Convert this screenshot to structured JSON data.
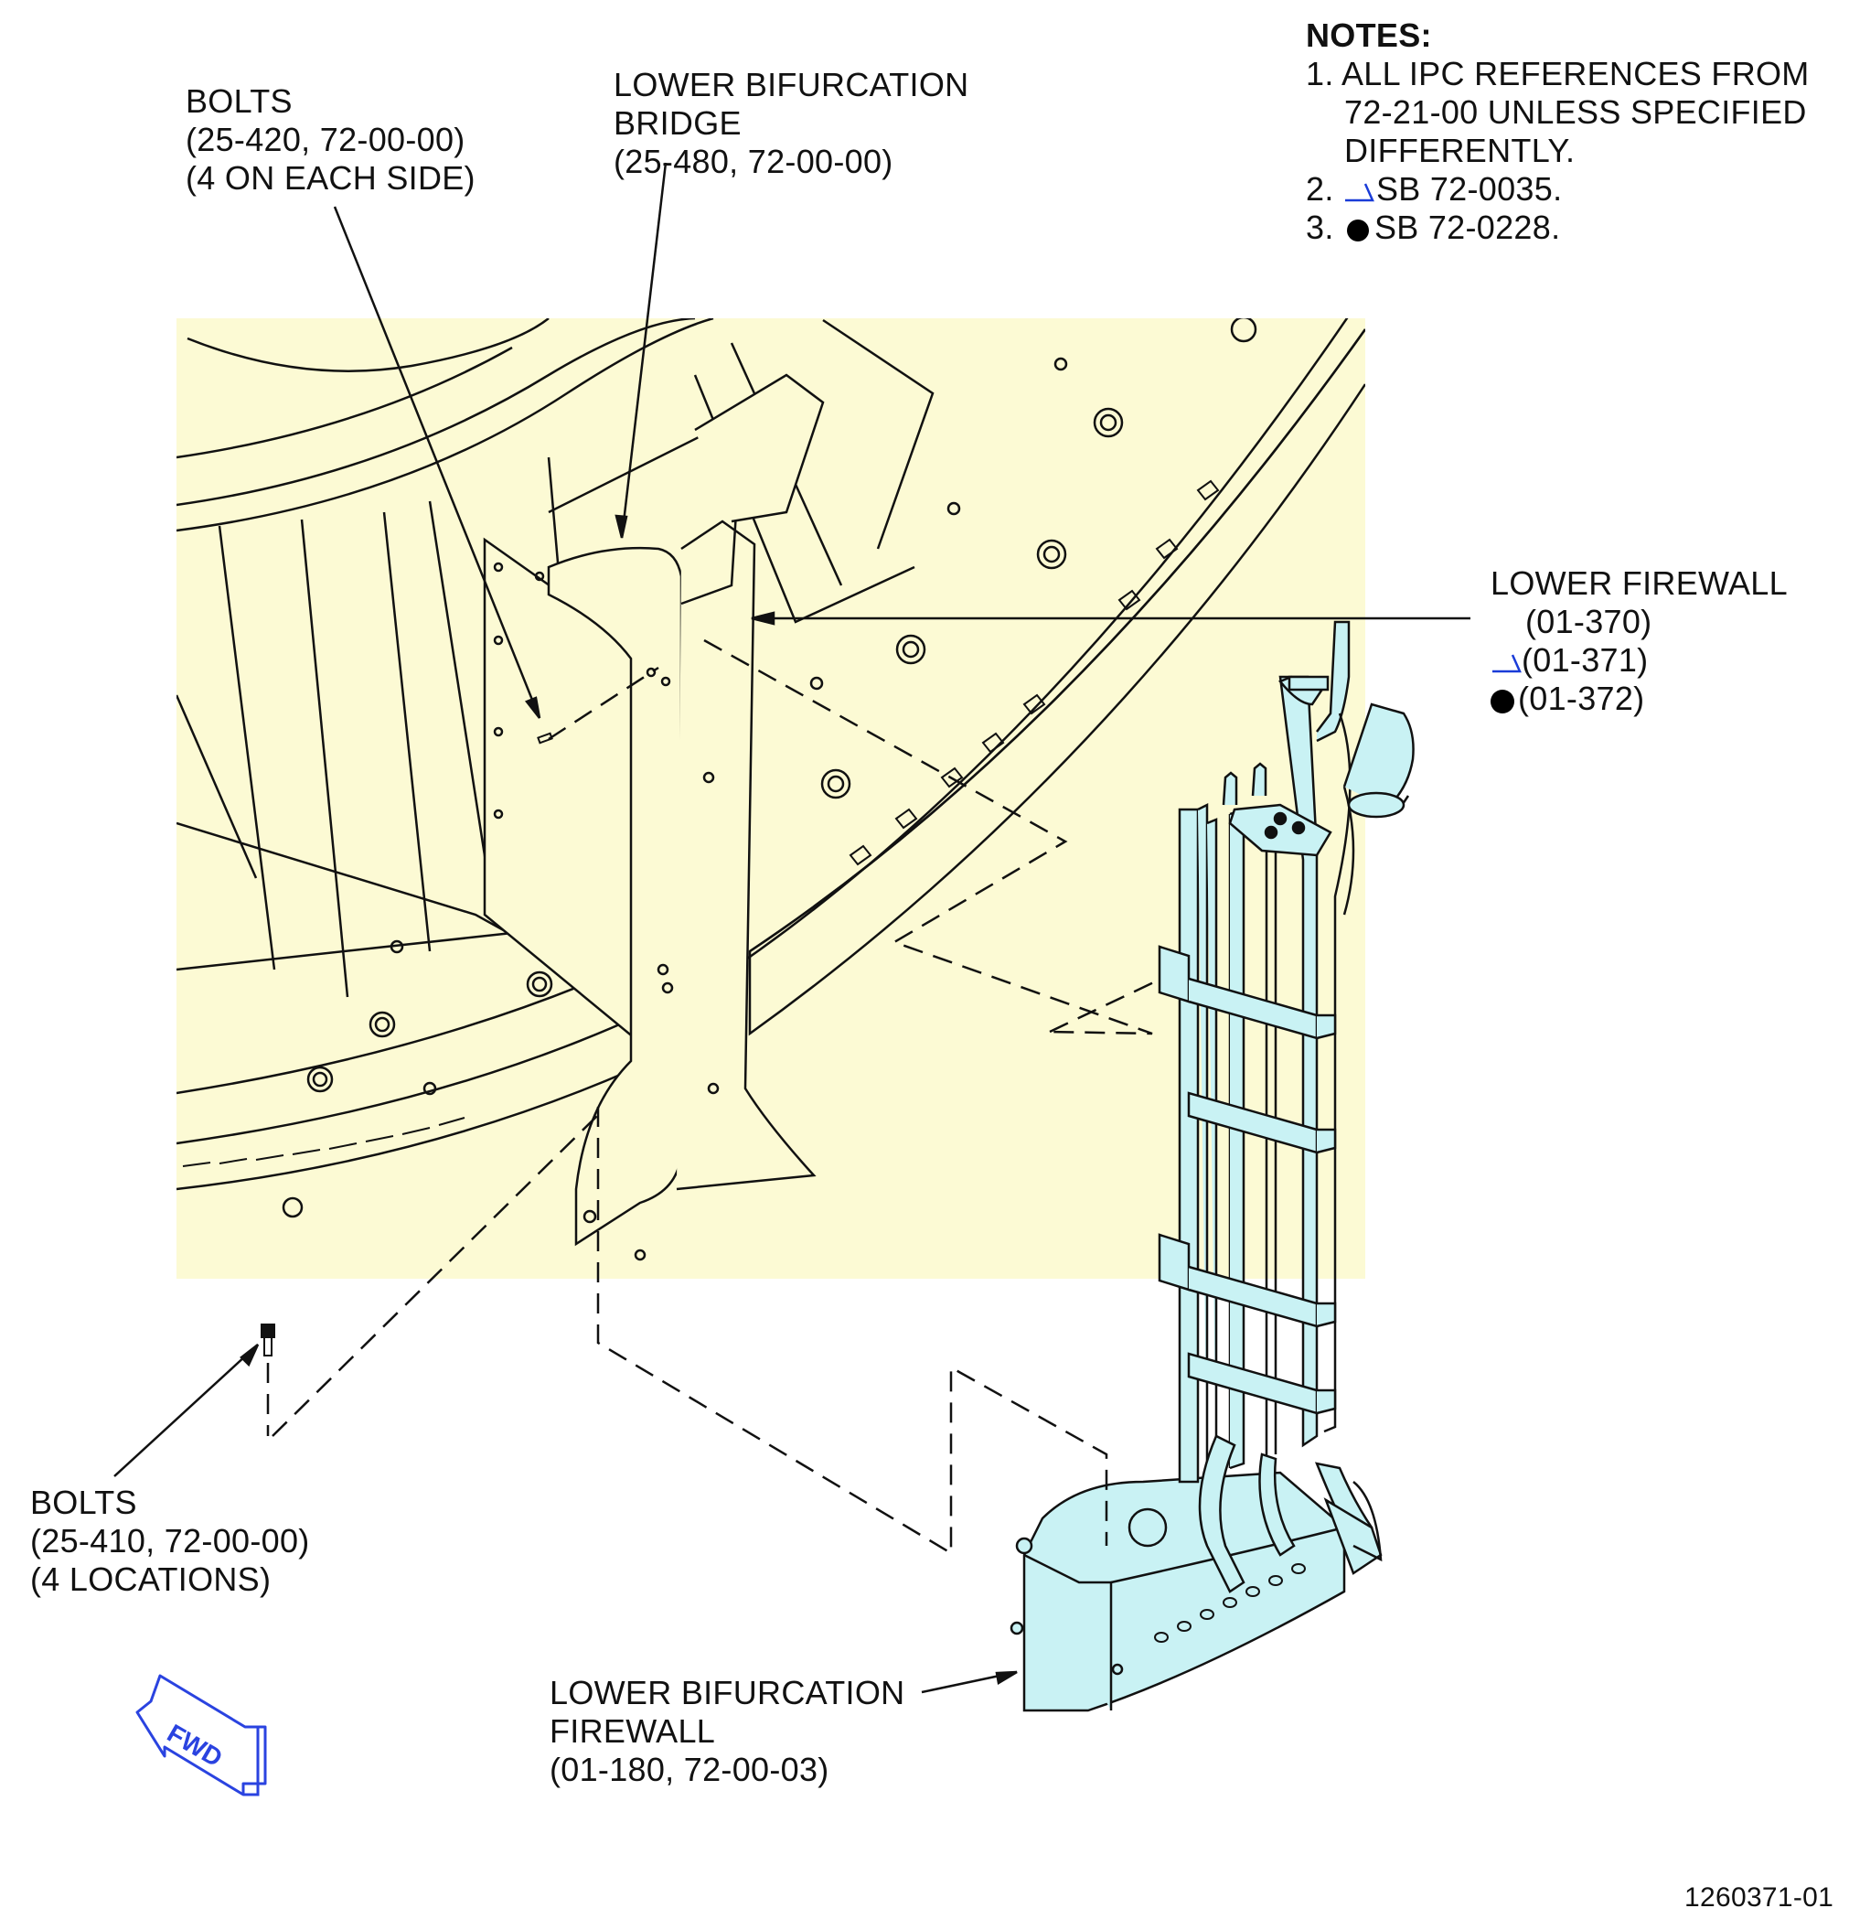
{
  "notes": {
    "heading": "NOTES:",
    "note1_line1": "1. ALL IPC REFERENCES FROM",
    "note1_line2": "72-21-00 UNLESS SPECIFIED",
    "note1_line3": "DIFFERENTLY.",
    "note2_num": "2.",
    "note2_text": "SB 72-0035.",
    "note3_num": "3.",
    "note3_text": "SB 72-0228."
  },
  "callouts": {
    "bolts_upper": [
      "BOLTS",
      "(25-420, 72-00-00)",
      "(4 ON EACH SIDE)"
    ],
    "bridge": [
      "LOWER BIFURCATION",
      "BRIDGE",
      "(25-480, 72-00-00)"
    ],
    "lower_firewall": [
      "LOWER FIREWALL",
      "(01-370)",
      "(01-371)",
      "(01-372)"
    ],
    "bolts_lower": [
      "BOLTS",
      "(25-410, 72-00-00)",
      "(4 LOCATIONS)"
    ],
    "bif_firewall": [
      "LOWER BIFURCATION",
      "FIREWALL",
      "(01-180, 72-00-03)"
    ]
  },
  "fwd_arrow_text": "FWD",
  "figure_id": "1260371-01",
  "colors": {
    "engine_fill": "#fcfad4",
    "firewall_fill": "#c9f2f4",
    "line": "#111111",
    "effectivity_blue": "#1a3cd8",
    "fwd_blue": "#2a43e0"
  }
}
